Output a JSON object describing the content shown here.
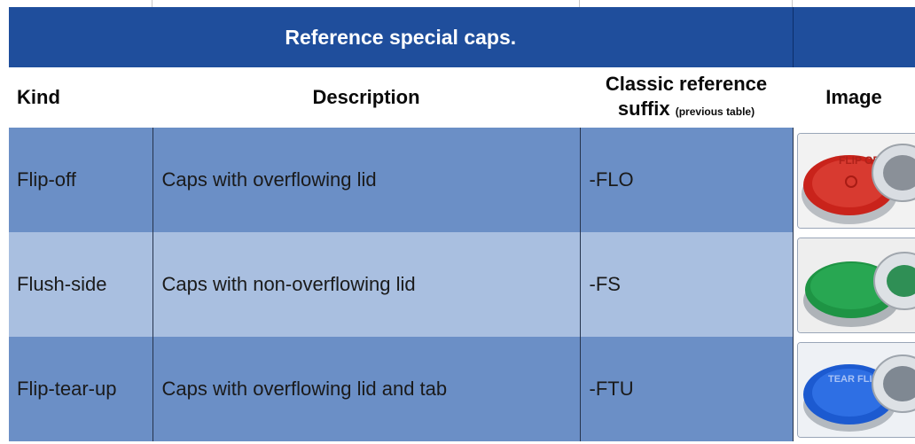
{
  "table": {
    "title": "Reference special caps.",
    "headers": {
      "kind": "Kind",
      "description": "Description",
      "suffix_main": "Classic reference",
      "suffix_second": "suffix",
      "suffix_note": "(previous table)",
      "image": "Image"
    },
    "rows": [
      {
        "kind": "Flip-off",
        "description": "Caps with overflowing lid",
        "suffix": "-FLO",
        "image": {
          "icon": "red-flip-off-cap-photo",
          "cap_color": "#d32a22",
          "embossed_text": "FLIP OFF"
        }
      },
      {
        "kind": "Flush-side",
        "description": "Caps with non-overflowing lid",
        "suffix": "-FS",
        "image": {
          "icon": "green-flush-side-cap-photo",
          "cap_color": "#1f9a46",
          "embossed_text": ""
        }
      },
      {
        "kind": "Flip-tear-up",
        "description": "Caps with overflowing lid and tab",
        "suffix": "-FTU",
        "image": {
          "icon": "blue-flip-tear-up-cap-photo",
          "cap_color": "#1f5fd6",
          "embossed_text": "TEAR FLIP UP"
        }
      }
    ]
  },
  "colors": {
    "title_bar": "#1f4e9c",
    "row_dark": "#6b8fc6",
    "row_light": "#a9bfe0"
  }
}
